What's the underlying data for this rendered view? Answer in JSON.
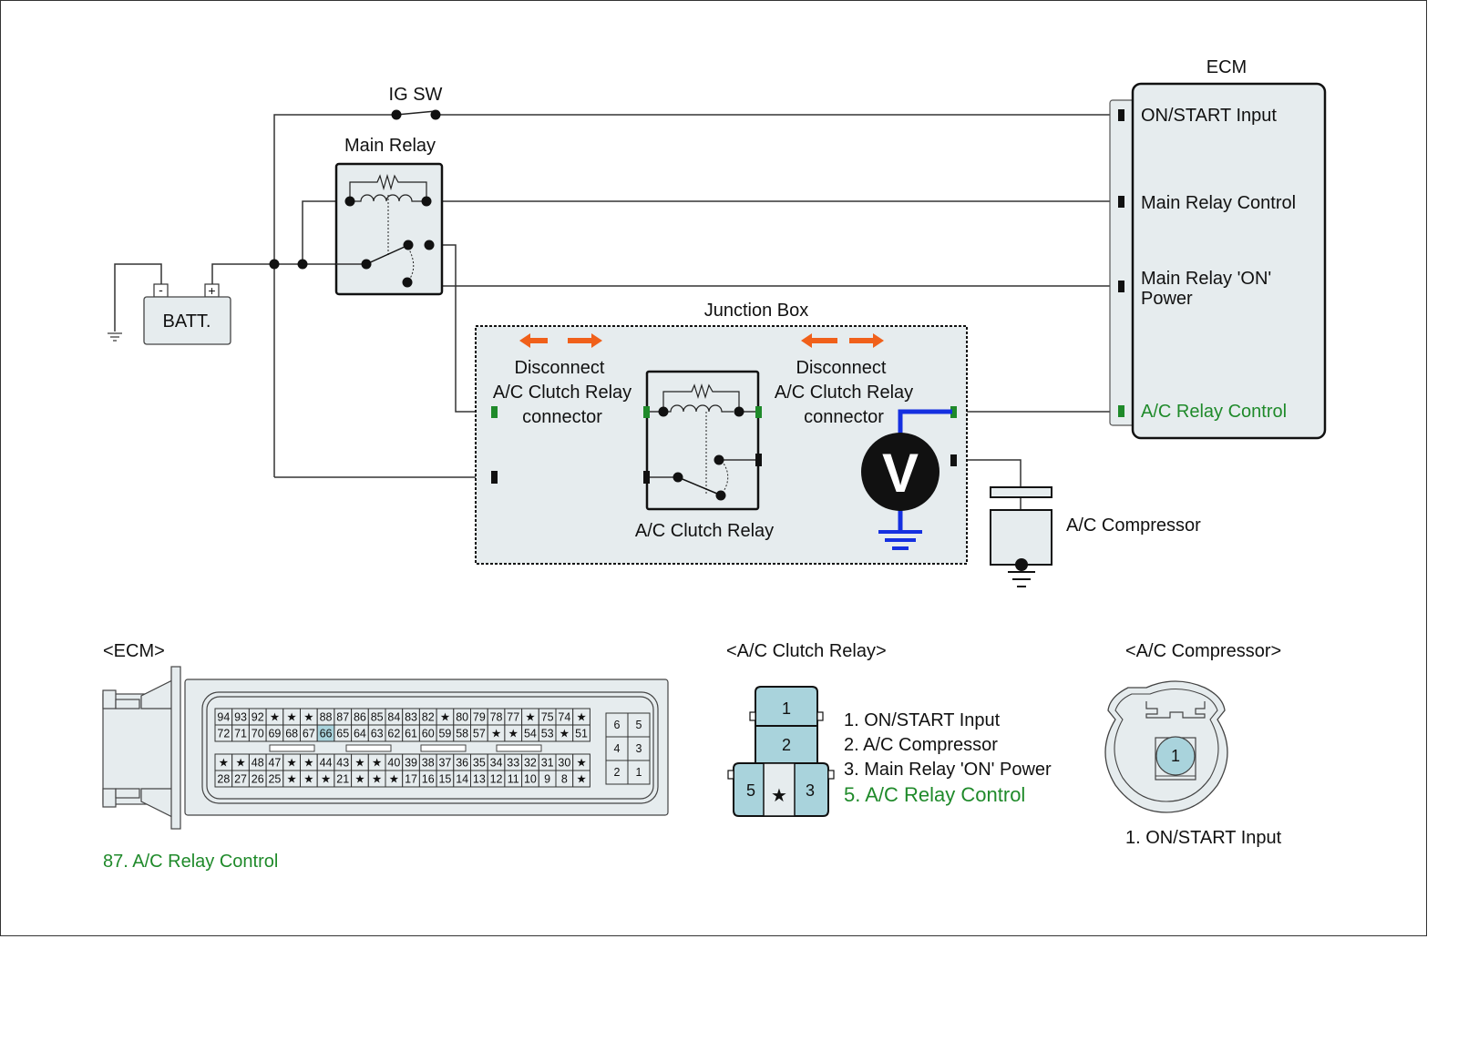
{
  "colors": {
    "wire": "#333333",
    "fill": "#e6ecee",
    "pin_fill": "#a9d3dc",
    "highlight_pin": "#a9d3dc",
    "green": "#1f8a2a",
    "blue": "#1530e0",
    "orange": "#f0601a"
  },
  "labels": {
    "ig_sw": "IG SW",
    "main_relay": "Main Relay",
    "battery": "BATT.",
    "battery_neg": "-",
    "battery_pos": "+",
    "ecm_title": "ECM",
    "junction_box": "Junction Box",
    "disconnect_left": [
      "Disconnect",
      "A/C Clutch Relay",
      "connector"
    ],
    "disconnect_right": [
      "Disconnect",
      "A/C Clutch Relay",
      "connector"
    ],
    "ac_clutch_relay": "A/C Clutch Relay",
    "voltmeter": "V",
    "ac_compressor": "A/C Compressor"
  },
  "ecm_pins": [
    {
      "label": "ON/START Input",
      "highlight": false
    },
    {
      "label": "Main Relay Control",
      "highlight": false
    },
    {
      "label_lines": [
        "Main Relay 'ON'",
        "Power"
      ],
      "highlight": false
    },
    {
      "label": "A/C Relay Control",
      "highlight": true
    }
  ],
  "connectors": {
    "ecm": {
      "title": "<ECM>",
      "top_block": [
        [
          "94",
          "93",
          "92",
          "★",
          "★",
          "★",
          "88",
          "87",
          "86",
          "85",
          "84",
          "83",
          "82",
          "★",
          "80",
          "79",
          "78",
          "77",
          "★",
          "75",
          "74",
          "★"
        ],
        [
          "72",
          "71",
          "70",
          "69",
          "68",
          "67",
          "66",
          "65",
          "64",
          "63",
          "62",
          "61",
          "60",
          "59",
          "58",
          "57",
          "★",
          "★",
          "54",
          "53",
          "★",
          "51"
        ]
      ],
      "bottom_block": [
        [
          "★",
          "★",
          "48",
          "47",
          "★",
          "★",
          "44",
          "43",
          "★",
          "★",
          "40",
          "39",
          "38",
          "37",
          "36",
          "35",
          "34",
          "33",
          "32",
          "31",
          "30",
          "★"
        ],
        [
          "28",
          "27",
          "26",
          "25",
          "★",
          "★",
          "★",
          "21",
          "★",
          "★",
          "★",
          "17",
          "16",
          "15",
          "14",
          "13",
          "12",
          "11",
          "10",
          "9",
          "8",
          "★"
        ]
      ],
      "highlight_pin": "66",
      "side_block": [
        [
          "6",
          "5"
        ],
        [
          "4",
          "3"
        ],
        [
          "2",
          "1"
        ]
      ],
      "note": "87. A/C Relay Control"
    },
    "ac_clutch_relay": {
      "title": "<A/C Clutch Relay>",
      "pins": [
        "1",
        "2",
        "5",
        "★",
        "3"
      ],
      "legend": [
        {
          "text": "1. ON/START Input",
          "highlight": false
        },
        {
          "text": "2. A/C Compressor",
          "highlight": false
        },
        {
          "text": "3. Main Relay 'ON' Power",
          "highlight": false
        },
        {
          "text": "5. A/C Relay Control",
          "highlight": true
        }
      ]
    },
    "ac_compressor": {
      "title": "<A/C Compressor>",
      "pin": "1",
      "legend": "1. ON/START Input"
    }
  }
}
